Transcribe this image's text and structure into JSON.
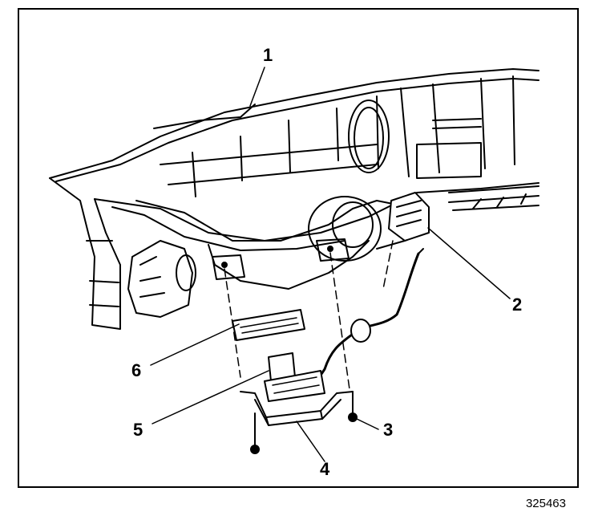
{
  "diagram": {
    "callouts": [
      "1",
      "2",
      "3",
      "4",
      "5",
      "6"
    ],
    "figure_number": "325463"
  }
}
